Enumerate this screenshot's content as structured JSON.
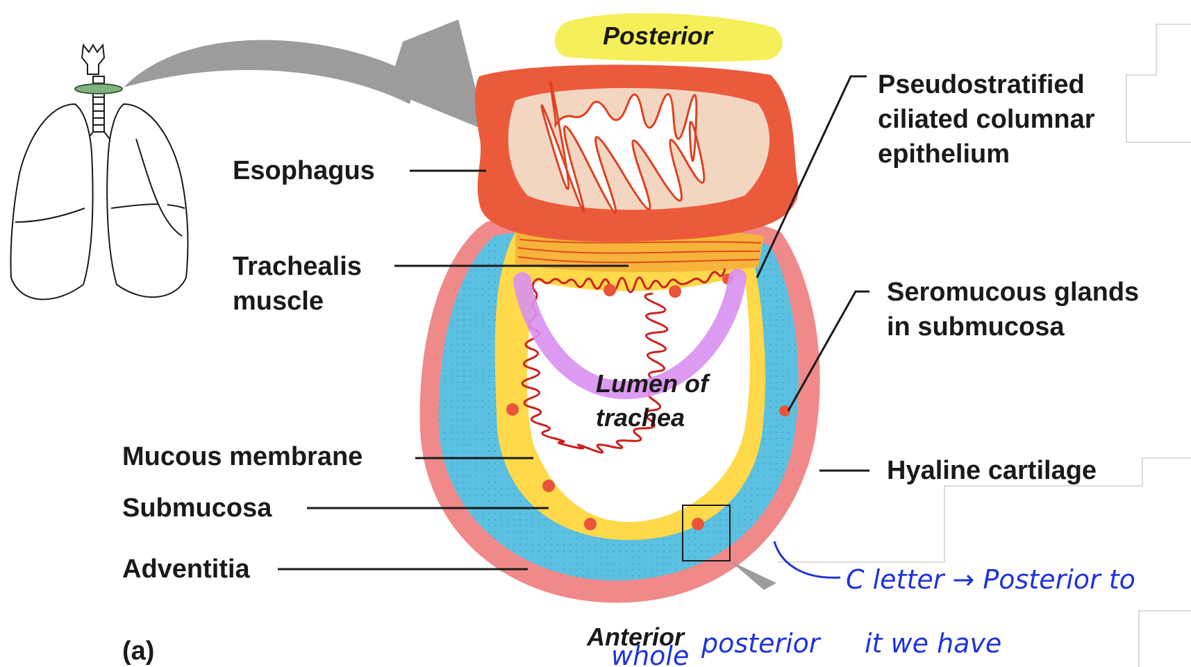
{
  "colors": {
    "esophagus": "#ec5a3c",
    "esophagus_inner": "#f2d6c2",
    "cartilage": "#5cc0e0",
    "submucosa": "#ffd94a",
    "adventitia": "#f08a8a",
    "mucosa_line": "#cc2020",
    "highlight_yellow": "#f5ef5a",
    "highlight_purple": "#d890f0",
    "handwriting": "#1f33d8",
    "arrow_gray": "#9c9c9c"
  },
  "labels": {
    "posterior": "Posterior",
    "anterior": "Anterior",
    "esophagus": "Esophagus",
    "trachealis_1": "Trachealis",
    "trachealis_2": "muscle",
    "pseudo_1": "Pseudostratified",
    "pseudo_2": "ciliated columnar",
    "pseudo_3": "epithelium",
    "seromucous_1": "Seromucous glands",
    "seromucous_2": "in submucosa",
    "lumen_1": "Lumen of",
    "lumen_2": "trachea",
    "mucous_membrane": "Mucous membrane",
    "submucosa": "Submucosa",
    "adventitia": "Adventitia",
    "hyaline": "Hyaline cartilage",
    "panel": "(a)"
  },
  "annotations": {
    "note_1": "C letter → Posterior to",
    "note_2a": "whole",
    "note_2b": "posterior",
    "note_2c": "it we have"
  },
  "icons": {
    "lungs": "lungs-trachea-icon",
    "arrow": "curved-arrow-icon"
  }
}
